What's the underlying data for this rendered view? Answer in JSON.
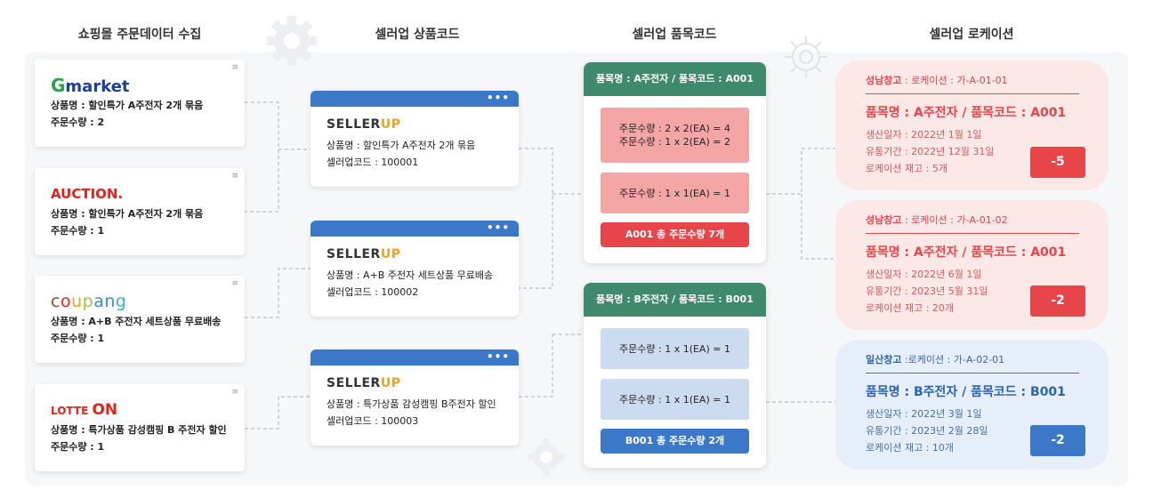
{
  "columns": {
    "col1": "쇼핑몰 주문데이터 수집",
    "col2": "셀러업 상품코드",
    "col3": "셀러업 품목코드",
    "col4": "셀러업 로케이션"
  },
  "colors": {
    "green_header": "#3f8a6e",
    "red": "#e8454a",
    "pink": "#f4a5a6",
    "blue": "#3c78c8",
    "light_blue": "#ccdcf0"
  },
  "malls": [
    {
      "logo": "Gmarket",
      "product": "상품명 : 할인특가 A주전자 2개 묶음",
      "qty": "주문수량 : 2"
    },
    {
      "logo": "AUCTION.",
      "product": "상품명 : 할인특가 A주전자 2개 묶음",
      "qty": "주문수량 : 1"
    },
    {
      "logo": "coupang",
      "product": "상품명 : A+B 주전자 세트상품 무료배송",
      "qty": "주문수량 : 1"
    },
    {
      "logo": "LOTTE ON",
      "product": "상품명 : 특가상품 감성캠핑 B 주전자 할인",
      "qty": "주문수량 : 1"
    }
  ],
  "sellerup": {
    "brand": "SELLER",
    "brand_up": "UP",
    "dots": "•••",
    "cards": [
      {
        "product": "상품명 : 할인특가 A주전자 2개 묶음",
        "code": "셀러업코드 : 100001"
      },
      {
        "product": "상품명 : A+B 주전자 세트상품 무료배송",
        "code": "셀러업코드 : 100002"
      },
      {
        "product": "상품명 : 특가상품 감성캠핑 B주전자 할인",
        "code": "셀러업코드 : 100003"
      }
    ]
  },
  "items": [
    {
      "header": "품목명 : A주전자 / 품목코드 : A001",
      "rows": [
        [
          "주문수량 : 2 x 2(EA) = 4",
          "주문수량 : 1 x 2(EA) = 2"
        ],
        [
          "주문수량 : 1 x 1(EA) = 1"
        ]
      ],
      "total": "A001 총 주문수량 7개"
    },
    {
      "header": "품목명 : B주전자 / 품목코드 : B001",
      "rows": [
        [
          "주문수량 : 1 x 1(EA) = 1"
        ],
        [
          "주문수량 : 1 x 1(EA) = 1"
        ]
      ],
      "total": "B001 총 주문수량 2개"
    }
  ],
  "locations": [
    {
      "warehouse": "성남창고",
      "loc": " : 로케이션 : 가-A-01-01",
      "name": "품목명 : A주전자 / 품목코드 : A001",
      "made": "생산일자 : 2022년 1월 1일",
      "expire": "유통기간 : 2022년 12월 31일",
      "stock": "로케이션 재고 : 5개",
      "delta": "-5"
    },
    {
      "warehouse": "성남창고",
      "loc": " : 로케이션 : 가-A-01-02",
      "name": "품목명 : A주전자 / 품목코드 : A001",
      "made": "생산일자 : 2022년 6월 1일",
      "expire": "유통기간 : 2023년 5월 31일",
      "stock": "로케이션 재고 : 20개",
      "delta": "-2"
    },
    {
      "warehouse": "일산창고",
      "loc": " :로케이션 : 가-A-02-01",
      "name": "품목명 : B주전자 / 품목코드 : B001",
      "made": "생산일자 : 2022년 3월 1일",
      "expire": "유통기간 : 2023년 2월 28일",
      "stock": "로케이션 재고 : 10개",
      "delta": "-2"
    }
  ]
}
